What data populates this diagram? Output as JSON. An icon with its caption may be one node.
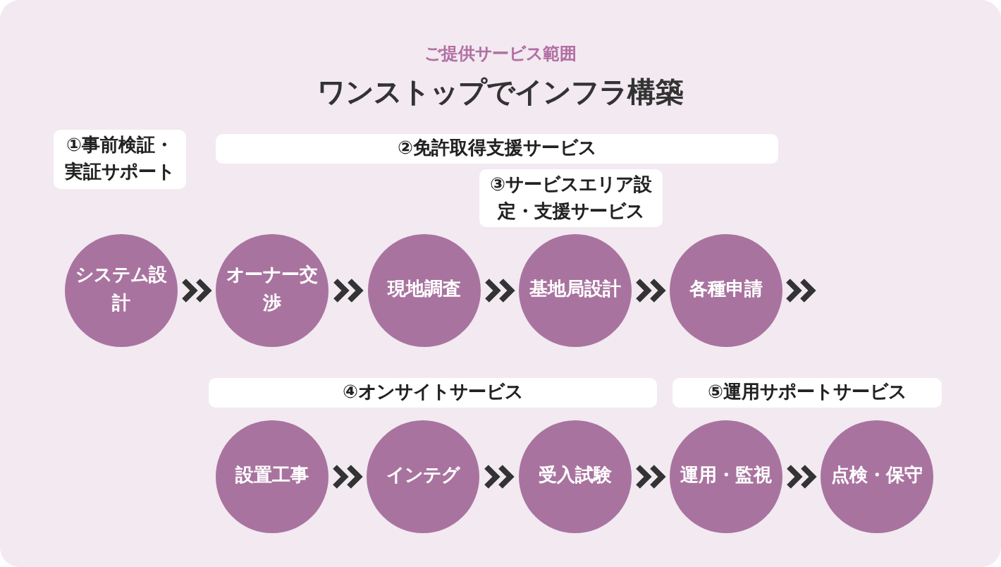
{
  "diagram": {
    "title": "ワンストップでインフラ構築",
    "caption": "ご提供サービス範囲",
    "nodes": [
      {
        "text": [
          "システム設計"
        ]
      },
      {
        "text": [
          "オーナー交渉"
        ]
      },
      {
        "text": [
          "現地調査"
        ]
      },
      {
        "text": [
          "基地局設計"
        ]
      },
      {
        "text": [
          "各種申請"
        ]
      },
      {
        "text": [
          "設置工事"
        ]
      },
      {
        "text": [
          "インテグ"
        ]
      },
      {
        "text": [
          "受入試験"
        ]
      },
      {
        "text": [
          "運用・監視"
        ]
      },
      {
        "text": [
          "点検・保守"
        ]
      }
    ],
    "edges": [
      {
        "from": 0,
        "to": 1,
        "arrow": "to"
      },
      {
        "from": 1,
        "to": 2,
        "arrow": "to"
      },
      {
        "from": 2,
        "to": 3,
        "arrow": "to"
      },
      {
        "from": 3,
        "to": 4,
        "arrow": "to"
      },
      {
        "from": 4,
        "to": null,
        "arrow": "to"
      },
      {
        "from": 5,
        "to": 6,
        "arrow": "to"
      },
      {
        "from": 6,
        "to": 7,
        "arrow": "to"
      },
      {
        "from": 7,
        "to": 8,
        "arrow": "to"
      },
      {
        "from": 8,
        "to": 9,
        "arrow": "to"
      }
    ],
    "labels": [
      "①事前検証・実証サポート",
      "②免許取得支援サービス",
      "③サービスエリア設定・支援サービス",
      "④オンサイトサービス",
      "⑤運用サポートサービス"
    ]
  }
}
